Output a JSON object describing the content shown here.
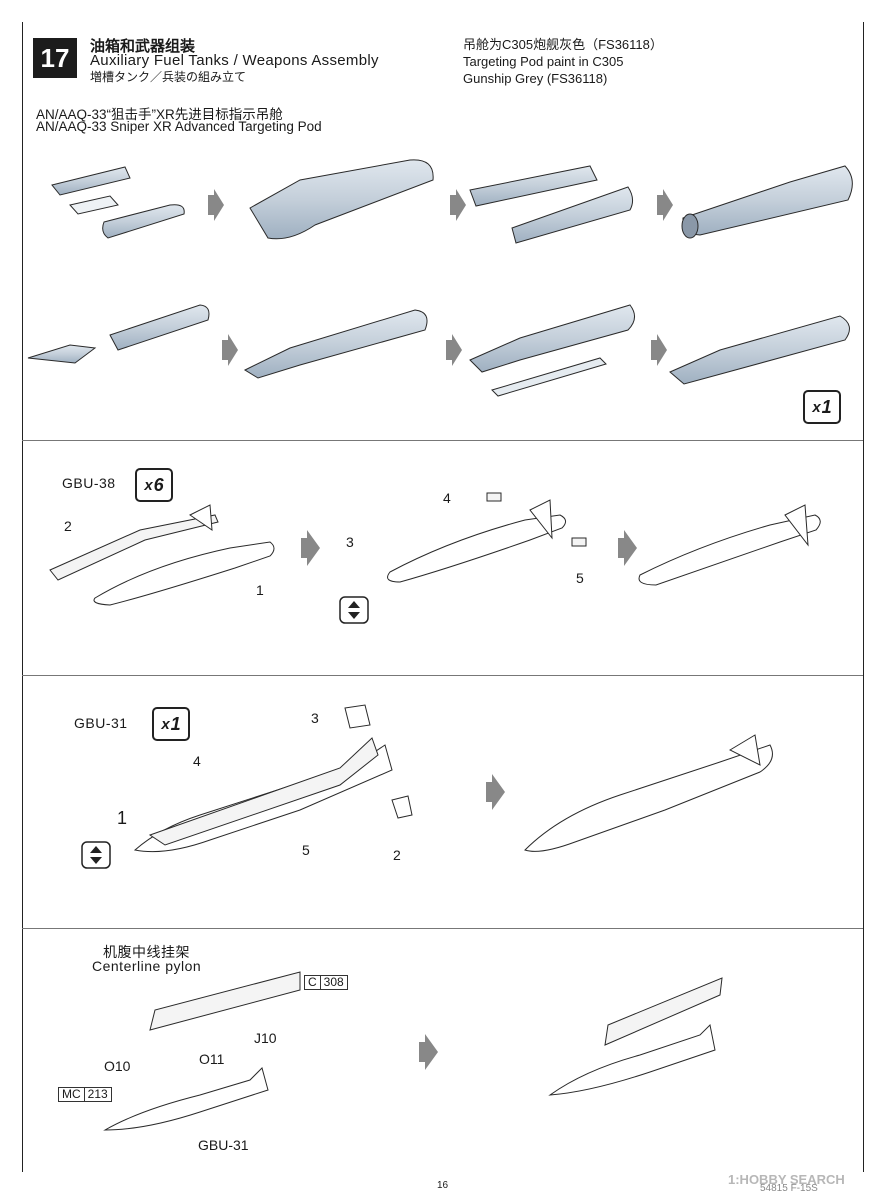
{
  "step": {
    "number": "17"
  },
  "title": {
    "cn": "油箱和武器组装",
    "en": "Auxiliary Fuel Tanks / Weapons Assembly",
    "jp": "増槽タンク／兵装の組み立て"
  },
  "paint_note": {
    "cn": "吊舱为C305炮舰灰色（FS36118）",
    "en1": "Targeting Pod paint in C305",
    "en2": "Gunship Grey (FS36118)"
  },
  "pod_section": {
    "label_cn": "AN/AAQ-33“狙击手”XR先进目标指示吊舱",
    "label_en": "AN/AAQ-33 Sniper XR Advanced Targeting Pod",
    "qty_x": "x",
    "qty_n": "1"
  },
  "gbu38": {
    "label": "GBU-38",
    "qty_x": "x",
    "qty_n": "6",
    "parts": [
      "1",
      "2",
      "3",
      "4",
      "5"
    ]
  },
  "gbu31": {
    "label": "GBU-31",
    "qty_x": "x",
    "qty_n": "1",
    "parts": [
      "1",
      "2",
      "3",
      "4",
      "5"
    ]
  },
  "pylon": {
    "label_cn": "机腹中线挂架",
    "label_en": "Centerline pylon",
    "ref1": [
      "C",
      "308"
    ],
    "ref2": [
      "MC",
      "213"
    ],
    "parts": {
      "j10": "J10",
      "o10": "O10",
      "o11": "O11",
      "gbu": "GBU-31"
    }
  },
  "footer": {
    "page": "16",
    "watermark": "1:HOBBY SEARCH",
    "code": "54815 F-15S"
  },
  "colors": {
    "pod_fill": "#c8d2dc",
    "bomb_fill": "#ffffff",
    "stroke": "#2a2a2a",
    "arrow": "#888888"
  }
}
